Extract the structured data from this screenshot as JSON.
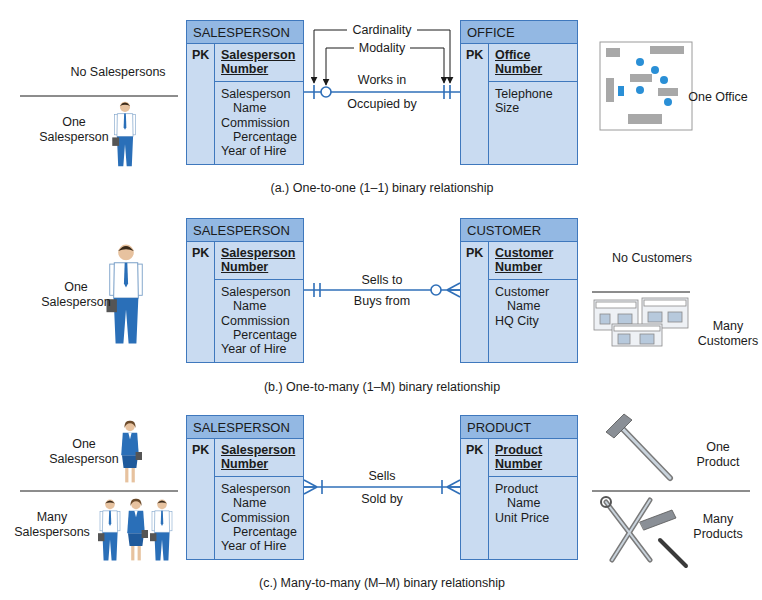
{
  "diagram": {
    "nodes": [
      {
        "text": [
          "SALESPERSON",
          "PK",
          "Salesperson Number",
          "Salesperson Name",
          "Commission Percentage",
          "Year of Hire"
        ]
      },
      {
        "text": [
          "OFFICE",
          "PK",
          "Office Number",
          "Telephone",
          "Size"
        ]
      },
      {
        "text": [
          "SALESPERSON",
          "PK",
          "Salesperson Number",
          "Salesperson Name",
          "Commission Percentage",
          "Year of Hire"
        ]
      },
      {
        "text": [
          "CUSTOMER",
          "PK",
          "Customer Number",
          "Customer Name",
          "HQ City"
        ]
      },
      {
        "text": [
          "SALESPERSON",
          "PK",
          "Salesperson Number",
          "Salesperson Name",
          "Commission Percentage",
          "Year of Hire"
        ]
      },
      {
        "text": [
          "PRODUCT",
          "PK",
          "Product Number",
          "Product Name",
          "Unit Price"
        ]
      }
    ],
    "edges": [
      {
        "from": 0,
        "to": 1,
        "arrow": "none",
        "label": "Works in"
      },
      {
        "from": 2,
        "to": 3,
        "arrow": "none",
        "label": "Sells to"
      },
      {
        "from": 4,
        "to": 5,
        "arrow": "none",
        "label": "Sells"
      }
    ],
    "labels": [
      "Cardinality",
      "Modality",
      "No Salespersons",
      "One Salesperson",
      "Occupied by",
      "One Office",
      "(a.) One-to-one (1–1) binary relationship",
      "One Salesperson",
      "Buys from",
      "No Customers",
      "Many Customers",
      "(b.) One-to-many (1–M) binary relationship",
      "One Salesperson",
      "Sold by",
      "One Product",
      "Many Salespersons",
      "Many Products",
      "(c.) Many-to-many (M–M) binary relationship"
    ]
  }
}
